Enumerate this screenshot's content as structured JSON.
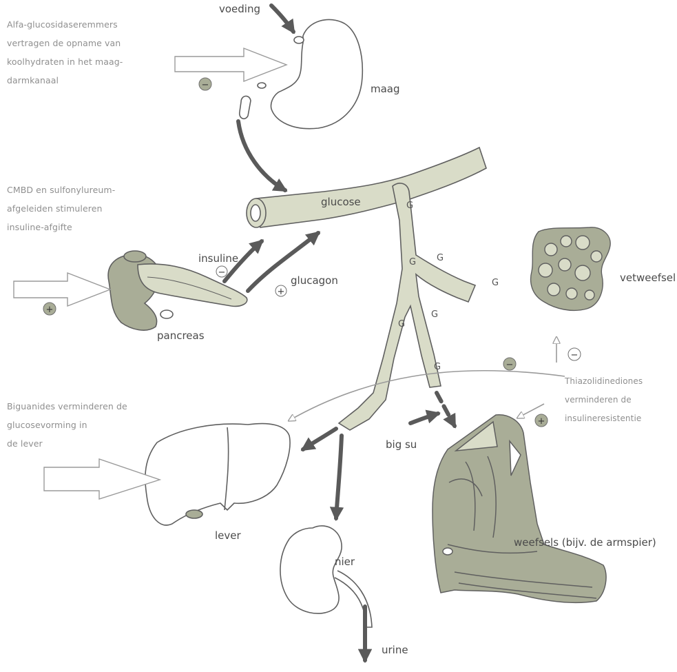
{
  "notes": {
    "alpha": "Alfa-glucosidaseremmers\nvertragen de opname van\nkoolhydraten in het maag-\ndarmkanaal",
    "cmbd": "CMBD en sulfonylureum-\nafgeleiden stimuleren\ninsuline-afgifte",
    "biguanides": "Biguanides verminderen de\nglucosevorming in\nde lever",
    "thiazo": "Thiazolidinediones\nverminderen de\ninsulineresistentie"
  },
  "labels": {
    "voeding": "voeding",
    "maag": "maag",
    "glucose": "glucose",
    "insuline": "insuline",
    "glucagon": "glucagon",
    "pancreas": "pancreas",
    "vetweefsel": "vetweefsel",
    "big_su": "big su",
    "lever": "lever",
    "nier": "nier",
    "urine": "urine",
    "weefsels": "weefsels (bijv. de armspier)",
    "g": "G"
  },
  "signs": {
    "minus": "−",
    "plus": "+"
  },
  "colors": {
    "vessel_fill": "#d9dcc8",
    "outline": "#5f5f5f",
    "arrow": "#5a5a5a",
    "tissue_fill": "#a9ad97",
    "note_text": "#8f8f8f"
  }
}
